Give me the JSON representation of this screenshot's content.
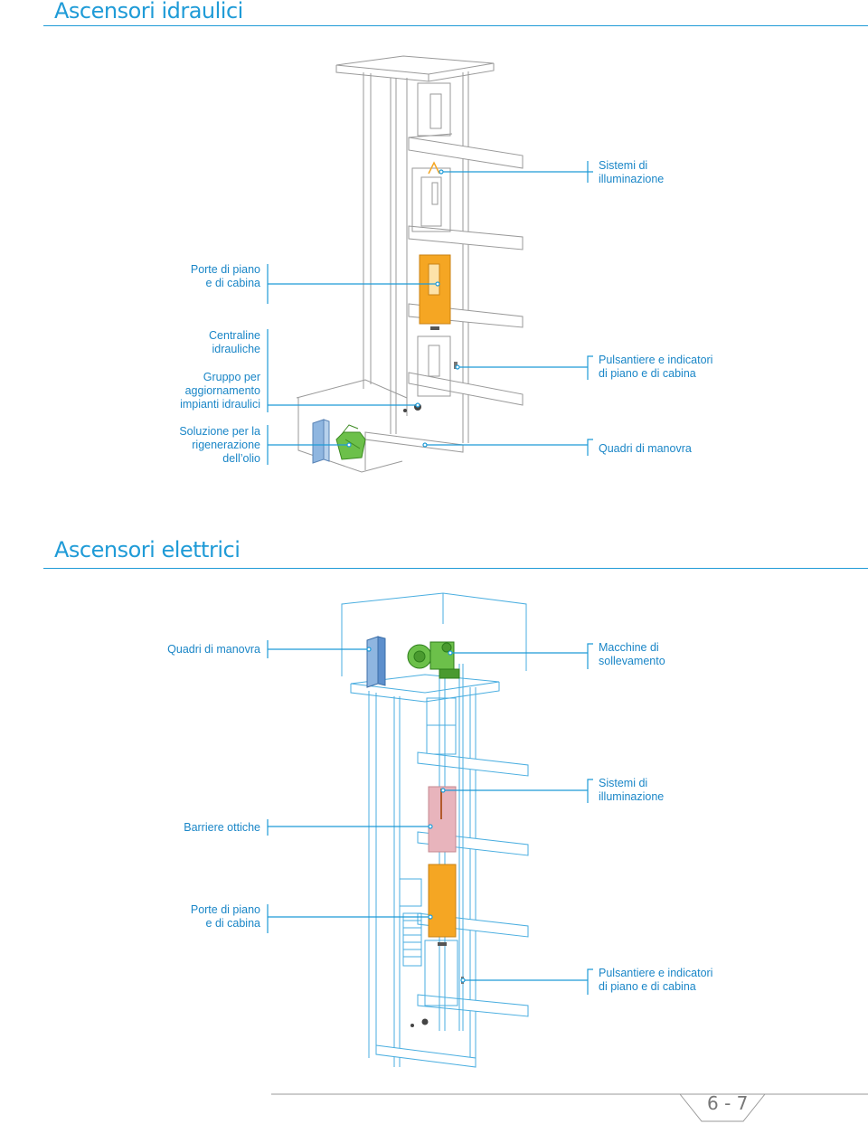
{
  "hydraulic": {
    "title": "Ascensori idraulici",
    "labels": {
      "lighting": "Sistemi di\nilluminazione",
      "doors": "Porte di piano\ne di cabina",
      "hydraulic_units": "Centraline\nidrauliche",
      "upgrade_group": "Gruppo per\naggiornamento\nimpianti idraulici",
      "oil_regeneration": "Soluzione per la\nrigenerazione\ndell’olio",
      "push_buttons": "Pulsantiere e indicatori\ndi piano e di cabina",
      "control_panels": "Quadri di manovra"
    }
  },
  "electric": {
    "title": "Ascensori elettrici",
    "labels": {
      "control_panels": "Quadri di manovra",
      "lifting_machines": "Macchine di\nsollevamento",
      "lighting": "Sistemi di\nilluminazione",
      "light_barriers": "Barriere ottiche",
      "doors": "Porte di piano\ne di cabina",
      "push_buttons": "Pulsantiere e indicatori\ndi piano e di cabina"
    }
  },
  "page_number": "6 - 7",
  "colors": {
    "accent": "#1f9bd7",
    "door_orange": "#f5a623",
    "tank_green": "#6cc04a",
    "panel_blue": "#8fb6e0",
    "barrier_pink": "#e8b4bc",
    "line_gray": "#9a9a9a"
  }
}
